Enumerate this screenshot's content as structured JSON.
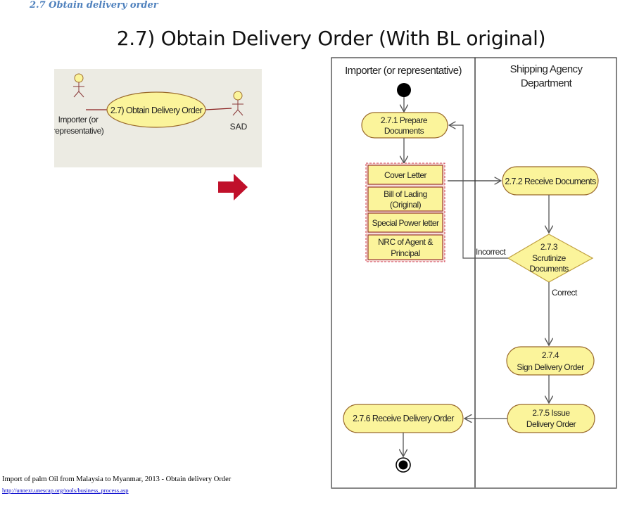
{
  "section_heading": "2.7 Obtain delivery order",
  "slide_title": "2.7) Obtain Delivery Order (With BL original)",
  "use_case": {
    "actor_left": [
      "Importer (or",
      "representative)"
    ],
    "use_case_label": "2.7) Obtain Delivery Order",
    "actor_right": "SAD"
  },
  "colors": {
    "node_fill": "#fbf49b",
    "node_border": "#9a6a2c",
    "arrow_red": "#c0102a",
    "panel_bg": "#ecebe3",
    "heading_blue": "#4f81bd",
    "doc_group_border": "#d04050",
    "doc_group_bg": "#f7dcdc"
  },
  "swimlanes": [
    {
      "title": [
        "Importer (or representative)"
      ]
    },
    {
      "title": [
        "Shipping Agency",
        "Department"
      ]
    }
  ],
  "activities": {
    "prepare": [
      "2.7.1 Prepare",
      "Documents"
    ],
    "receive_docs": [
      "2.7.2 Receive Documents"
    ],
    "scrutinize": [
      "2.7.3",
      "Scrutinize",
      "Documents"
    ],
    "sign": [
      "2.7.4",
      "Sign Delivery Order"
    ],
    "issue": [
      "2.7.5 Issue",
      "Delivery Order"
    ],
    "receive_do": [
      "2.7.6 Receive Delivery Order"
    ]
  },
  "documents": [
    [
      "Cover Letter"
    ],
    [
      "Bill of Lading",
      "(Original)"
    ],
    [
      "Special Power letter"
    ],
    [
      "NRC of Agent &",
      "Principal"
    ]
  ],
  "guards": {
    "incorrect": "Incorrect",
    "correct": "Correct"
  },
  "footer": {
    "caption": "Import of palm Oil from Malaysia to Myanmar, 2013 - Obtain delivery Order",
    "link": "http://unnext.unescap.org/tools/business_process.asp"
  }
}
